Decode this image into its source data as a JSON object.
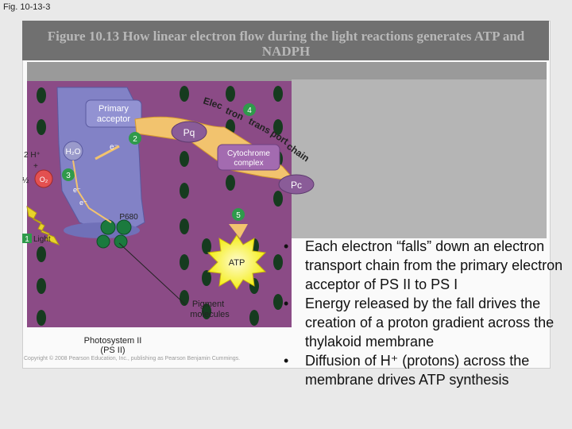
{
  "page": {
    "fig_label": "Fig. 10-13-3"
  },
  "slide": {
    "title": "Figure 10.13 How linear electron flow during the light reactions generates ATP and NADPH",
    "copyright": "Copyright © 2008 Pearson Education, Inc., publishing as Pearson Benjamin Cummings."
  },
  "diagram": {
    "primary_acceptor": [
      "Primary",
      "acceptor"
    ],
    "etc_label": "Electron transport chain",
    "pq": "Pq",
    "cytochrome": [
      "Cytochrome",
      "complex"
    ],
    "pc": "Pc",
    "water": "H₂O",
    "two_h": "2 H⁺",
    "plus": "+",
    "half": "½",
    "oxygen": "O₂",
    "electron": "e⁻",
    "p680": "P680",
    "light": "Light",
    "atp": "ATP",
    "pigment": [
      "Pigment",
      "molecules"
    ],
    "ps2": [
      "Photosystem II",
      "(PS II)"
    ],
    "steps": [
      "1",
      "2",
      "3",
      "4",
      "5"
    ]
  },
  "bullets": [
    "Each electron “falls” down an electron transport chain from the primary electron acceptor of PS II to PS I",
    "Energy released by the fall drives the creation of a proton gradient across the thylakoid membrane",
    "Diffusion of H⁺ (protons) across the membrane drives ATP synthesis"
  ],
  "colors": {
    "background": "#e9e9e9",
    "title_bar": "#707070",
    "title_text": "#b8b8b8",
    "stroma": "#8b4b86",
    "photosystem": "#8282c6",
    "chain_arrow": "#f2c36e",
    "atp_burst": "#f4ee1a",
    "p680": "#1b7a3e",
    "pigment": "#163b1f",
    "step_badge": "#2f9a4b",
    "light": "#e8d42a"
  }
}
